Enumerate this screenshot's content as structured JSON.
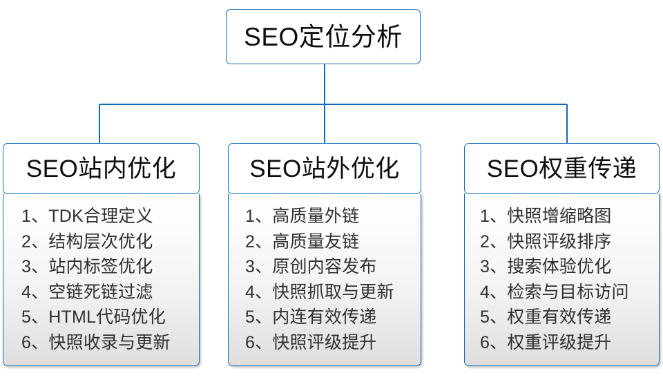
{
  "diagram": {
    "title": "SEO定位分析",
    "type": "org-tree",
    "accent_color": "#0f6cb6",
    "text_color": "#0d0d0d",
    "list_text_color": "#2f2f2f",
    "root": {
      "label": "SEO定位分析"
    },
    "branches": [
      {
        "id": "on-site",
        "title": "SEO站内优化",
        "items": [
          "1、TDK合理定义",
          "2、结构层次优化",
          "3、站内标签优化",
          "4、空链死链过滤",
          "5、HTML代码优化",
          "6、快照收录与更新"
        ]
      },
      {
        "id": "off-site",
        "title": "SEO站外优化",
        "items": [
          "1、高质量外链",
          "2、高质量友链",
          "3、原创内容发布",
          "4、快照抓取与更新",
          "5、内连有效传递",
          "6、快照评级提升"
        ]
      },
      {
        "id": "weight-transfer",
        "title": "SEO权重传递",
        "items": [
          "1、快照增缩略图",
          "2、快照评级排序",
          "3、搜索体验优化",
          "4、检索与目标访问",
          "5、权重有效传递",
          "6、权重评级提升"
        ]
      }
    ]
  }
}
